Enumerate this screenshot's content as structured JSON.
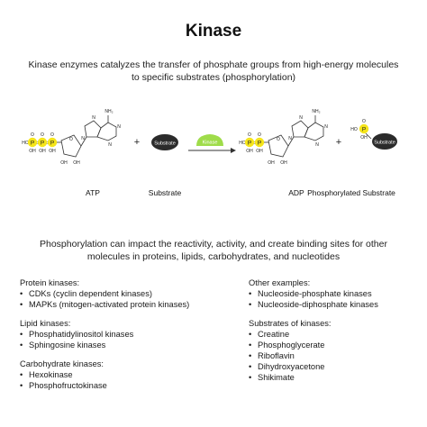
{
  "title": "Kinase",
  "intro": "Kinase enzymes catalyzes the transfer of phosphate groups from high-energy molecules to specific substrates (phosphorylation)",
  "reaction": {
    "plus": "+",
    "enzyme_label": "Kinase",
    "substrate_shape_label": "Substrate",
    "atp_label": "ATP",
    "substrate_label": "Substrate",
    "adp_label": "ADP",
    "phosphorylated_label": "Phosphorylated Substrate",
    "atoms": {
      "P": "P",
      "O": "O",
      "HO": "HO",
      "OH": "OH",
      "N": "N",
      "NH2": "NH₂"
    }
  },
  "summary": "Phosphorylation can impact the reactivity, activity, and create binding sites for other molecules in proteins, lipids, carbohydrates, and nucleotides",
  "bullet": "•",
  "left_groups": [
    {
      "head": "Protein kinases:",
      "items": [
        "CDKs (cyclin dependent kinases)",
        "MAPKs (mitogen-activated protein kinases)"
      ]
    },
    {
      "head": "Lipid kinases:",
      "items": [
        "Phosphatidylinositol kinases",
        "Sphingosine kinases"
      ]
    },
    {
      "head": "Carbohydrate kinases:",
      "items": [
        "Hexokinase",
        "Phosphofructokinase"
      ]
    }
  ],
  "right_groups": [
    {
      "head": "Other examples:",
      "items": [
        "Nucleoside-phosphate kinases",
        "Nucleoside-diphosphate kinases"
      ]
    },
    {
      "head": "Substrates of kinases:",
      "items": [
        "Creatine",
        "Phosphoglycerate",
        "Riboflavin",
        "Dihydroxyacetone",
        "Shikimate"
      ]
    }
  ],
  "colors": {
    "phosphate": "#f5e51a",
    "enzyme": "#9fdc4a",
    "substrate": "#2b2b2b"
  }
}
